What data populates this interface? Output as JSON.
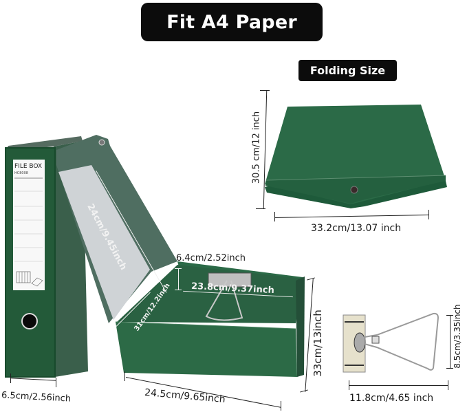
{
  "header": {
    "title": "Fit A4 Paper",
    "subtitle": "Folding Size"
  },
  "file_box": {
    "spine_label_title": "FILE BOX",
    "spine_label_code": "HC8008",
    "colors": {
      "green_dark": "#1f5236",
      "green_main": "#2a6340",
      "green_lid": "#4f6e61",
      "lid_inner": "#cfd3d6",
      "label_bg": "#f8f8f8"
    }
  },
  "dimensions": {
    "folding_height": "30.5 cm/12 inch",
    "folding_width": "33.2cm/13.07 inch",
    "lid_length": "24cm/9.45inch",
    "spine_height": "6.4cm/2.52inch",
    "box_depth": "31cm/12.2inch",
    "inner_width": "23.8cm/9.37inch",
    "box_height": "33cm/13inch",
    "spine_width": "6.5cm/2.56inch",
    "box_width": "24.5cm/9.65inch",
    "clip_height": "8.5cm/3.35inch",
    "clip_width": "11.8cm/4.65 inch"
  }
}
